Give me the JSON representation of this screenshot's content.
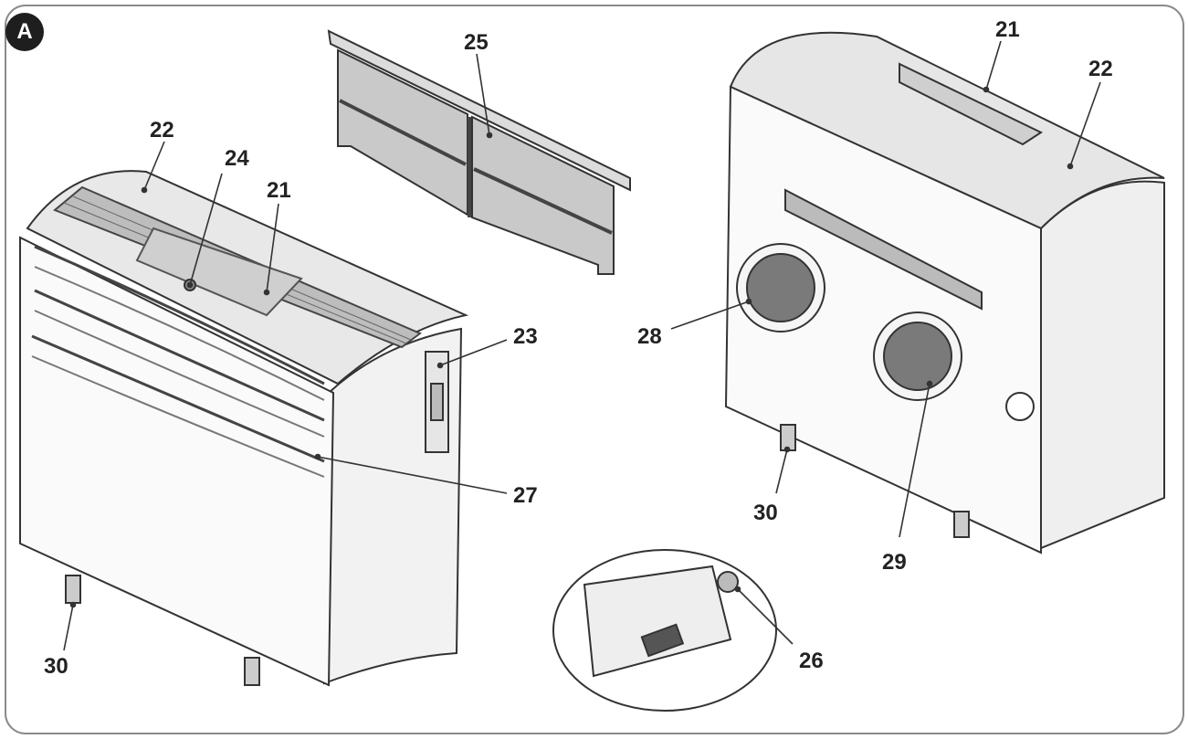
{
  "figure": {
    "badge": "A",
    "callouts": {
      "c25": "25",
      "c21_top": "21",
      "c22_top": "22",
      "c22_left": "22",
      "c24": "24",
      "c21_left": "21",
      "c23": "23",
      "c28": "28",
      "c27": "27",
      "c30_right": "30",
      "c29": "29",
      "c26": "26",
      "c30_left": "30"
    }
  }
}
